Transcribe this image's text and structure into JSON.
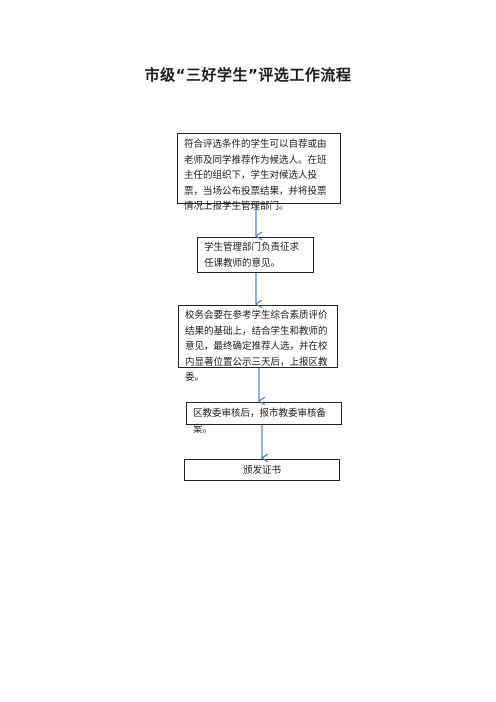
{
  "title": "市级“三好学生”评选工作流程",
  "steps": [
    {
      "text": "符合评选条件的学生可以自荐或由老师及同学推荐作为候选人。在班主任的组织下，学生对候选人投票，当场公布投票结果，并将投票情况上报学生管理部门。"
    },
    {
      "text": "学生管理部门负责征求任课教师的意见。"
    },
    {
      "text": "校务会要在参考学生综合素质评价结果的基础上，结合学生和教师的意见，最终确定推荐人选，并在校内显著位置公示三天后，上报区教委。"
    },
    {
      "text": "区教委审核后，报市教委审核备案。"
    },
    {
      "text": "颁发证书"
    }
  ],
  "colors": {
    "arrow": "#4a7fc1",
    "border": "#222222"
  }
}
